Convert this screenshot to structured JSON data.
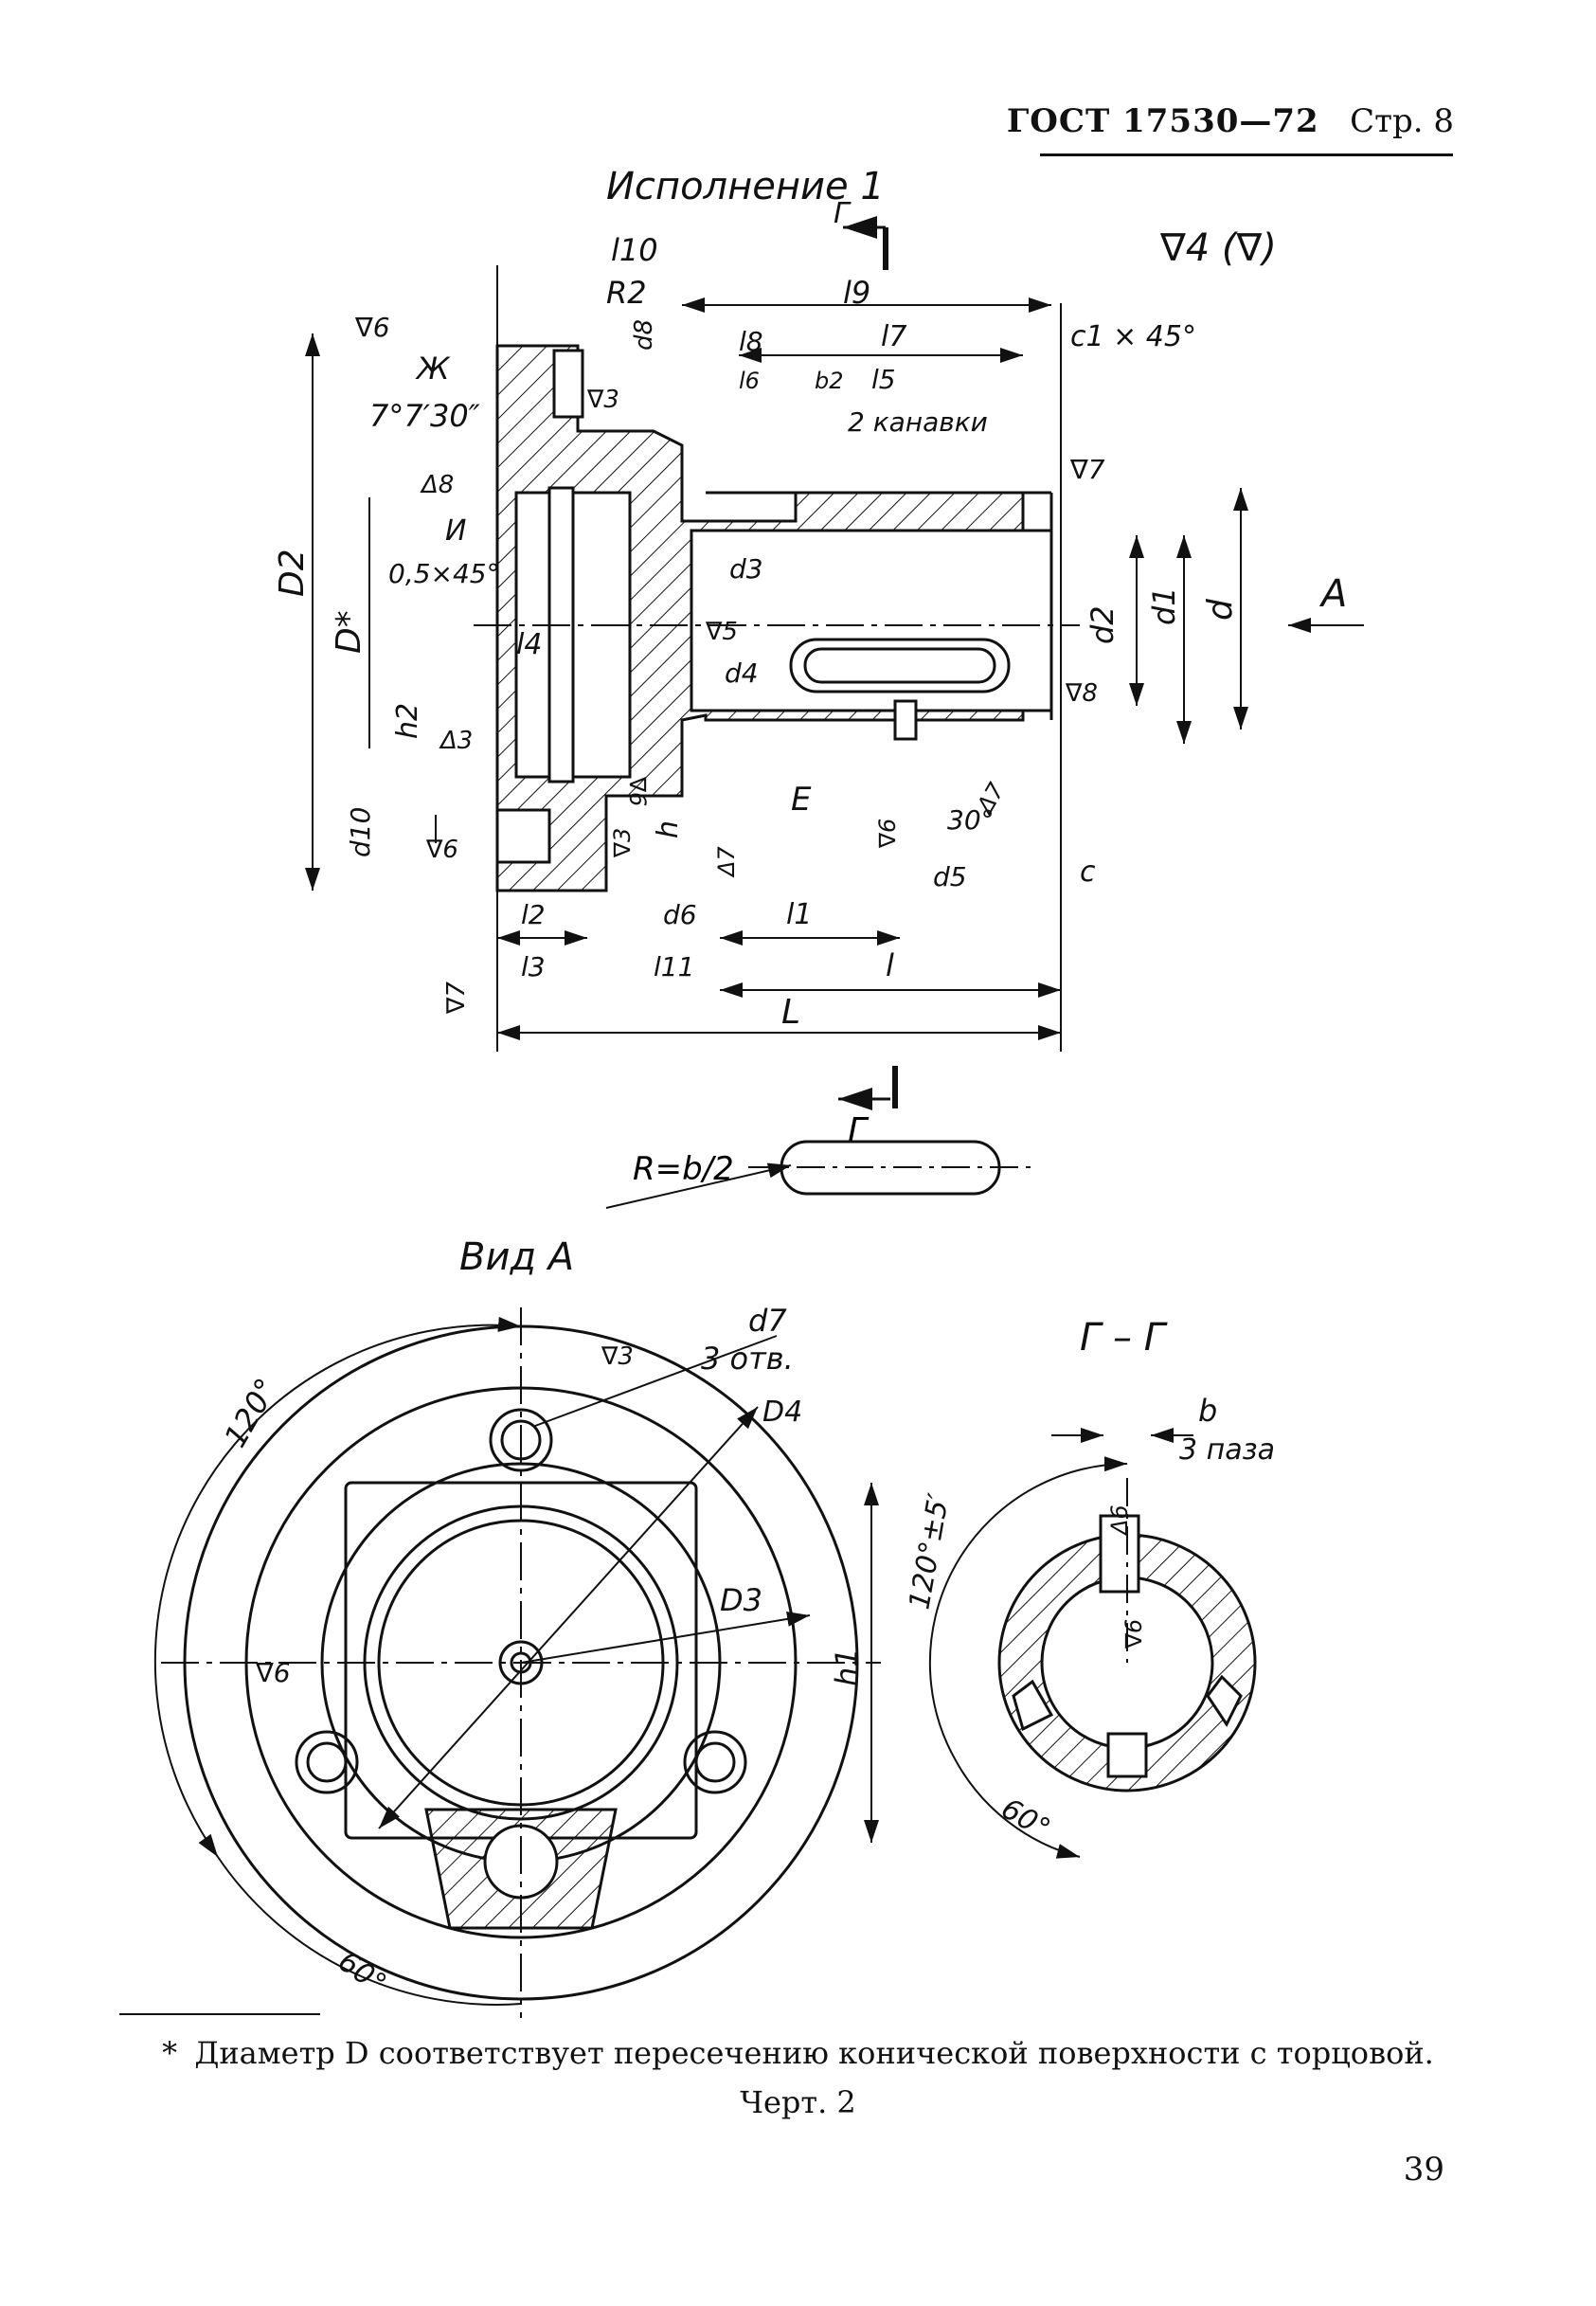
{
  "header": {
    "standard": "ГОСТ 17530—72",
    "page_label": "Стр. 8"
  },
  "drawing": {
    "variant_title": "Исполнение 1",
    "variant_sub": "Г",
    "section_mark": "Г",
    "roughness_general": "∇4 (∇)",
    "dims": {
      "l10": "l10",
      "R2": "R2",
      "l9": "l9",
      "l8": "l8",
      "l7": "l7",
      "c1": "c1 × 45°",
      "l6": "l6",
      "b2": "b2",
      "l5": "l5",
      "grooves": "2 канавки",
      "Zh": "Ж",
      "angle": "7°7′30″",
      "I": "И",
      "chamfer": "0,5×45°",
      "D2": "D2",
      "Dstar": "D*",
      "l4": "l4",
      "d3": "d3",
      "d4": "d4",
      "d2": "d2",
      "d1": "d1",
      "d": "d",
      "A": "A",
      "h2": "h2",
      "d10": "d10",
      "h": "h",
      "E": "E",
      "ang30": "30°",
      "d5": "d5",
      "c": "c",
      "l2": "l2",
      "l3": "l3",
      "d6": "d6",
      "l11": "l11",
      "l1": "l1",
      "l": "l",
      "L": "L",
      "d8": "d8",
      "Rb2": "R=b/2"
    },
    "roughness": {
      "r6a": "∇6",
      "r3a": "∇3",
      "r8a": "Δ8",
      "r7a": "∇7",
      "r5": "∇5",
      "r8b": "∇8",
      "r3b": "Δ3",
      "r6b": "∇6",
      "r6c": "∇6",
      "r3c": "∇3",
      "r7b": "Δ7",
      "r6d": "∇6",
      "r7c": "Δ7",
      "r7d": "∇7"
    },
    "view_a": {
      "title": "Вид А",
      "d7": "d7",
      "holes": "3 отв.",
      "D4": "D4",
      "D3": "D3",
      "h1": "h1",
      "ang120": "120°",
      "ang60": "60°",
      "r3": "∇3",
      "r6": "∇6"
    },
    "section_gg": {
      "title": "Г – Г",
      "b": "b",
      "slots": "3 паза",
      "ang120": "120°±5′",
      "ang60": "60°",
      "r6a": "Δ6",
      "r6b": "∇6"
    }
  },
  "footnote": {
    "marker": "*",
    "text": "Диаметр D соответствует пересечению конической поверхности с торцовой."
  },
  "caption": "Черт. 2",
  "page_number": "39"
}
